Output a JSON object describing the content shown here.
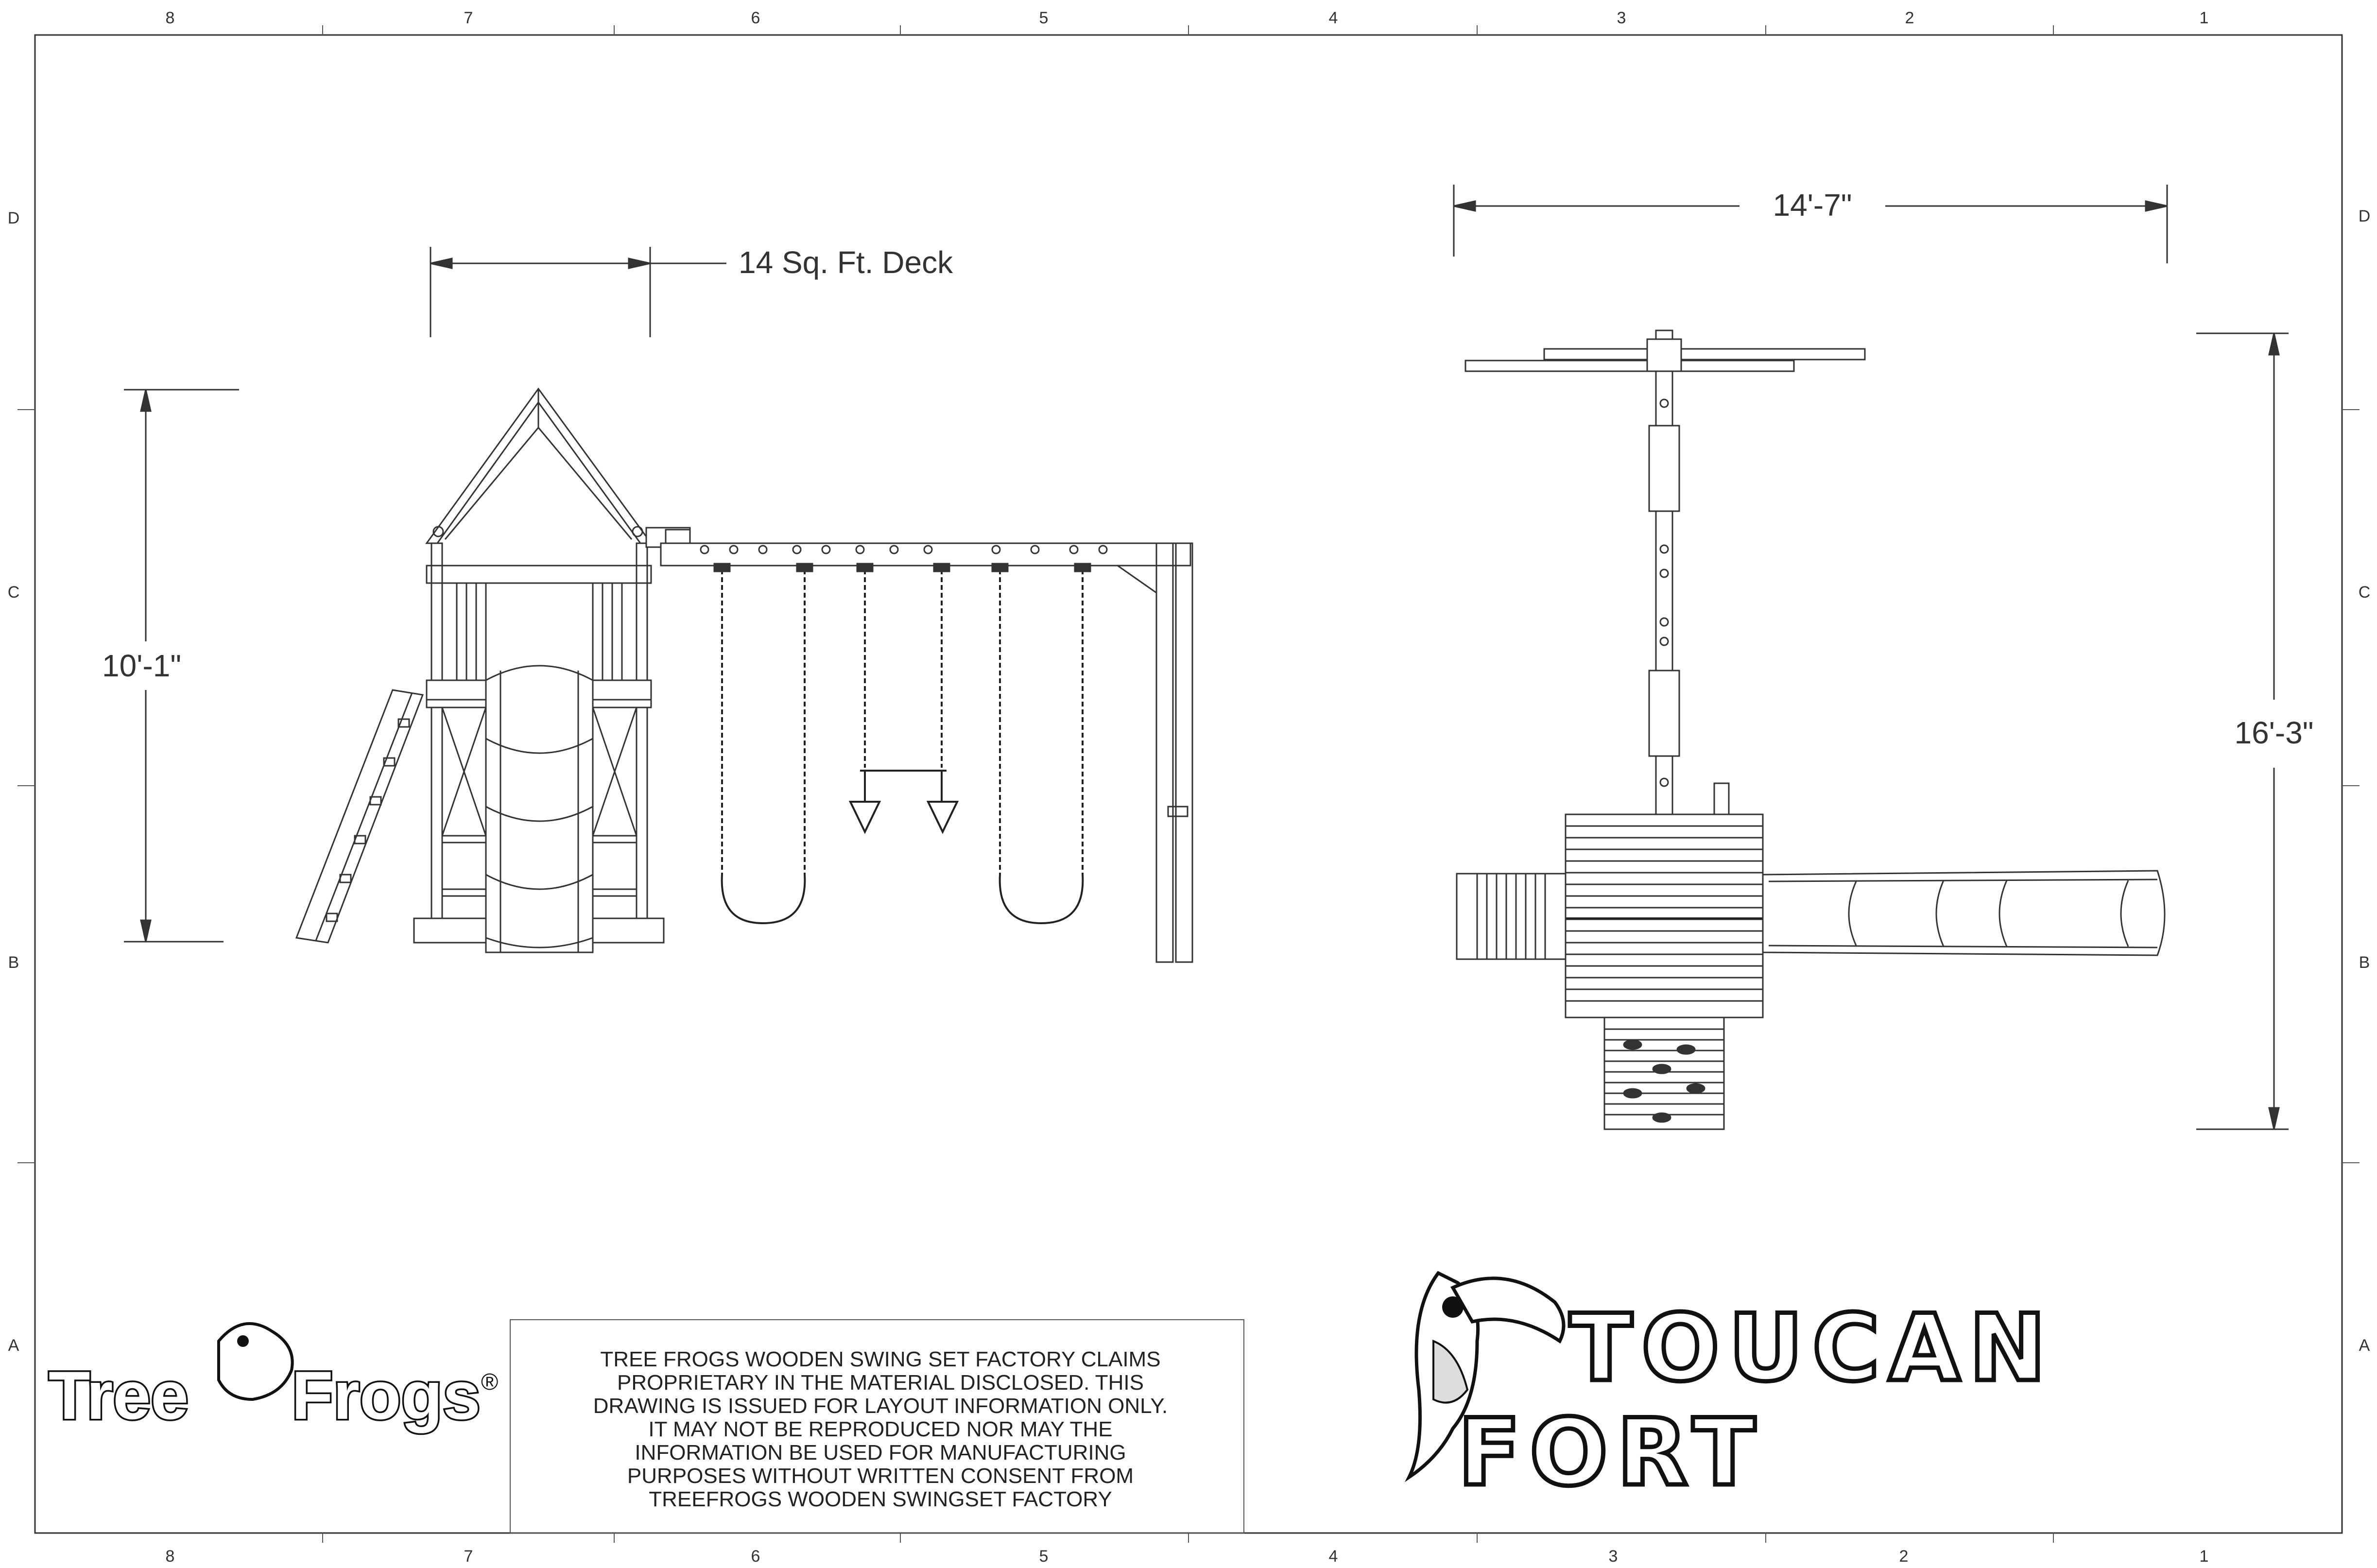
{
  "drawing": {
    "columns": [
      "8",
      "7",
      "6",
      "5",
      "4",
      "3",
      "2",
      "1"
    ],
    "rows": [
      "D",
      "C",
      "B",
      "A"
    ],
    "dimensions": {
      "deck_label": "14 Sq. Ft. Deck",
      "side_height": "10'-1\"",
      "top_width": "14'-7\"",
      "top_depth": "16'-3\""
    },
    "disclaimer": [
      "TREE FROGS WOODEN SWING SET FACTORY CLAIMS",
      "PROPRIETARY IN THE MATERIAL DISCLOSED. THIS",
      "DRAWING IS ISSUED FOR LAYOUT INFORMATION ONLY.",
      "IT MAY NOT BE REPRODUCED NOR MAY THE",
      "INFORMATION BE USED FOR MANUFACTURING",
      "PURPOSES WITHOUT WRITTEN CONSENT FROM",
      "TREEFROGS WOODEN SWINGSET FACTORY"
    ],
    "brand": {
      "logo_word_1": "Tree",
      "logo_word_2": "Frogs",
      "registered": "®"
    },
    "product": {
      "line1": "TOUCAN",
      "line2": "FORT"
    },
    "colors": {
      "ink": "#333333",
      "paper": "#ffffff"
    }
  }
}
